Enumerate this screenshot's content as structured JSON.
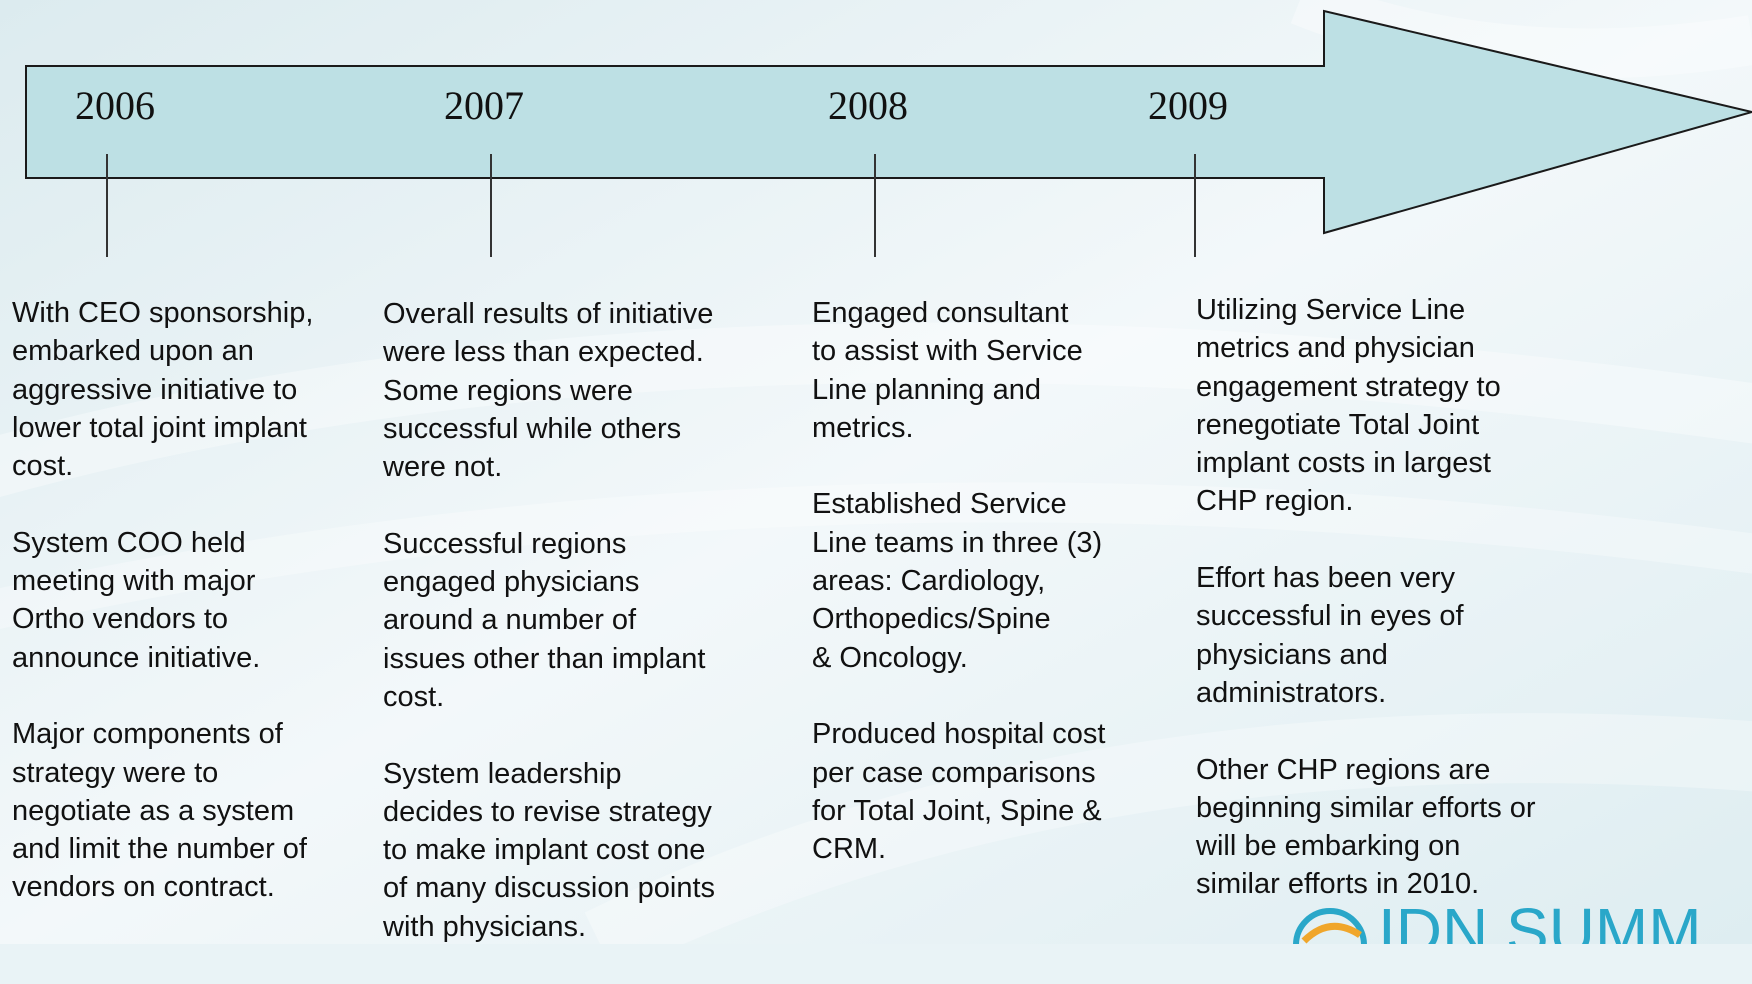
{
  "timeline": [
    {
      "year": "2006",
      "paragraphs": [
        "With CEO sponsorship,\nembarked upon an\naggressive initiative to\nlower total joint implant\ncost.",
        "System COO held\nmeeting with major\nOrtho vendors to\nannounce initiative.",
        "Major components of\nstrategy were to\nnegotiate as a system\nand limit the number of\nvendors on contract."
      ]
    },
    {
      "year": "2007",
      "paragraphs": [
        "Overall results of initiative\nwere less than expected.\nSome regions were\nsuccessful while others\nwere not.",
        "Successful regions\nengaged  physicians\naround a number of\nissues other than implant\ncost.",
        "System leadership\ndecides to revise strategy\nto make implant cost one\nof many discussion points\nwith physicians."
      ]
    },
    {
      "year": "2008",
      "paragraphs": [
        "Engaged consultant\nto assist with Service\nLine planning and\nmetrics.",
        "Established Service\nLine teams in three (3)\nareas: Cardiology,\nOrthopedics/Spine\n& Oncology.",
        "Produced hospital cost\nper case comparisons\nfor Total Joint, Spine &\nCRM."
      ]
    },
    {
      "year": "2009",
      "paragraphs": [
        "Utilizing Service Line\nmetrics and physician\nengagement strategy to\nrenegotiate Total Joint\nimplant costs in largest\nCHP region.",
        "Effort has been very\nsuccessful in eyes of\nphysicians and\nadministrators.",
        "Other CHP regions are\nbeginning similar efforts or\nwill be  embarking on\nsimilar efforts in 2010."
      ]
    }
  ],
  "logo": {
    "text": "IDN SUMM",
    "icon": "globe-swirl-icon"
  },
  "colors": {
    "arrow_fill": "#bde0e4",
    "arrow_stroke": "#1a1a1a",
    "logo": "#2aa7c9",
    "background": "#e9f3f6"
  }
}
